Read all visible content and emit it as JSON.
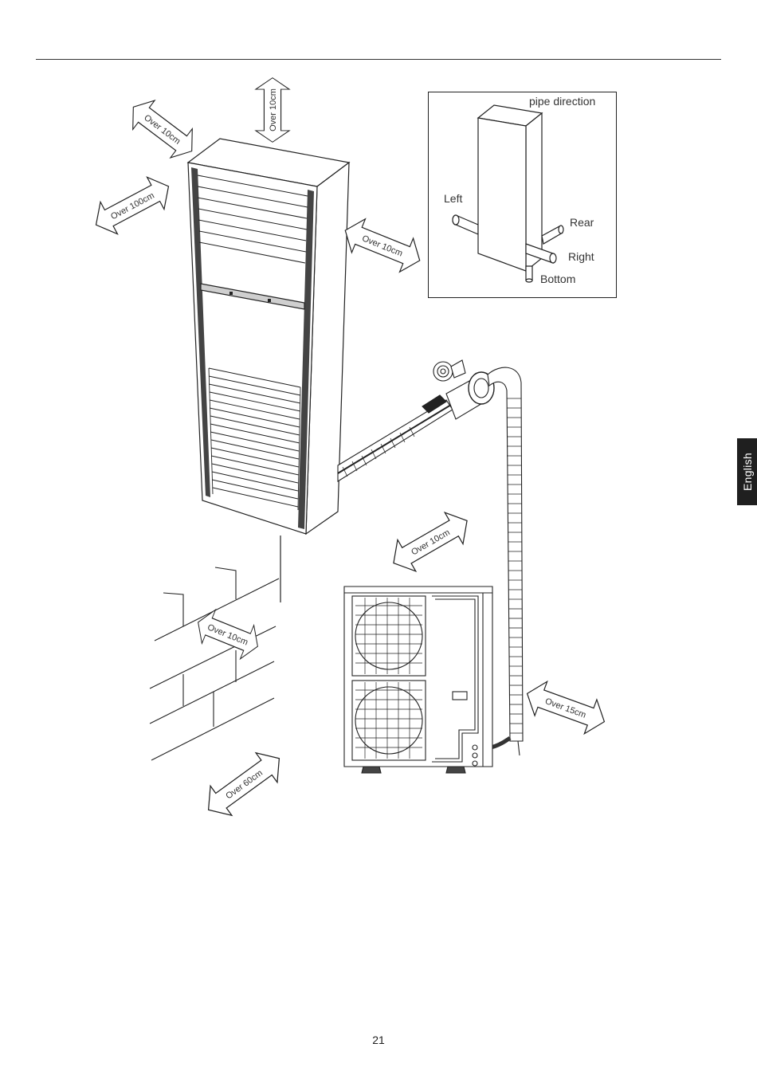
{
  "clearances": {
    "top": "Over 10cm",
    "back_upper": "Over 10cm",
    "left_side": "Over 100cm",
    "right_side": "Over 10cm",
    "outdoor_top": "Over 10cm",
    "wall": "Over 10cm",
    "outdoor_right": "Over 15cm",
    "outdoor_front": "Over 60cm"
  },
  "pipe_inset": {
    "title": "pipe direction",
    "left": "Left",
    "rear": "Rear",
    "right": "Right",
    "bottom": "Bottom"
  },
  "side_tab": "English",
  "page_number": "21"
}
